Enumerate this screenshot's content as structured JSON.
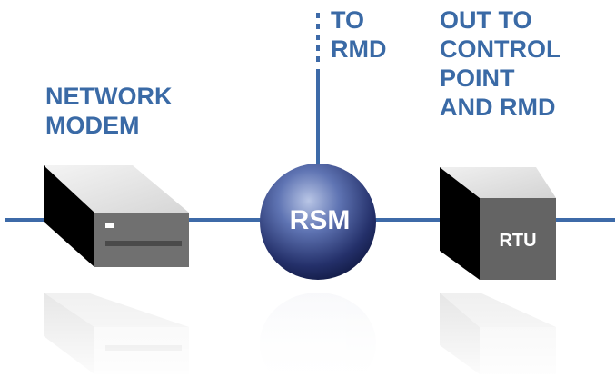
{
  "labels": {
    "to_rmd": [
      "TO",
      "RMD"
    ],
    "network_modem": [
      "NETWORK",
      "MODEM"
    ],
    "out_to_control": [
      "OUT TO",
      "CONTROL",
      "POINT",
      "AND RMD"
    ]
  },
  "nodes": {
    "rsm": "RSM",
    "rtu": "RTU"
  },
  "colors": {
    "line": "#3d6aa8",
    "label": "#3a6aa6",
    "sphere_light": "#a9b8dd",
    "sphere_dark": "#141e4a",
    "modem_face": "#6f6f6f",
    "modem_top": "#e6e6e6",
    "rtu_face": "#646464"
  },
  "icons": {
    "network_modem": "server-box-icon",
    "rtu": "rtu-box-icon",
    "rsm": "sphere-node-icon"
  }
}
